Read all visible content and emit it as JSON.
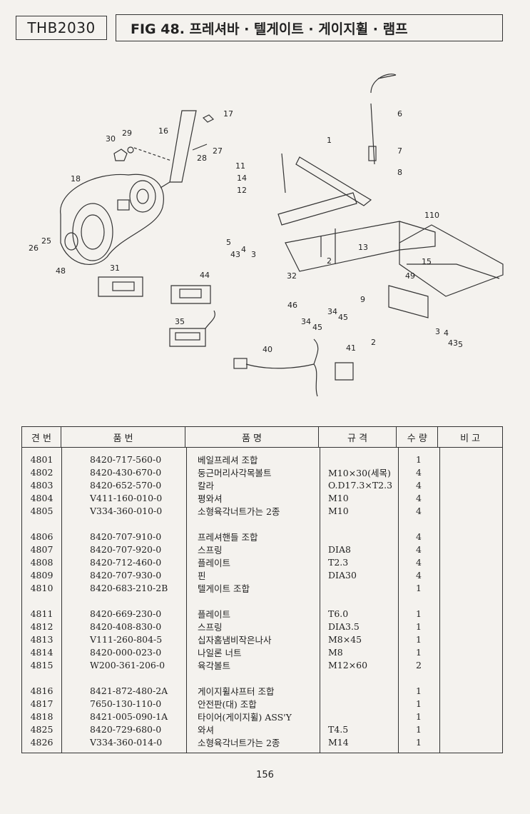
{
  "header": {
    "model": "THB2030",
    "title": "FIG 48. 프레셔바 · 텔게이트 · 게이지휠 · 램프"
  },
  "diagram_callouts": [
    "1",
    "2",
    "3",
    "4",
    "5",
    "6",
    "7",
    "8",
    "9",
    "11",
    "12",
    "13",
    "14",
    "15",
    "16",
    "17",
    "18",
    "25",
    "26",
    "27",
    "28",
    "29",
    "30",
    "31",
    "32",
    "34",
    "35",
    "40",
    "41",
    "43",
    "44",
    "45",
    "46",
    "48",
    "49",
    "110"
  ],
  "table": {
    "headers": [
      "견 번",
      "품 번",
      "품 명",
      "규 격",
      "수 량",
      "비 고"
    ],
    "groups": [
      [
        {
          "no": "4801",
          "part": "8420-717-560-0",
          "name": "베일프레셔 조합",
          "spec": "",
          "qty": "1",
          "note": ""
        },
        {
          "no": "4802",
          "part": "8420-430-670-0",
          "name": "둥근머리사각목볼트",
          "spec": "M10×30(세목)",
          "qty": "4",
          "note": ""
        },
        {
          "no": "4803",
          "part": "8420-652-570-0",
          "name": "칼라",
          "spec": "O.D17.3×T2.3",
          "qty": "4",
          "note": ""
        },
        {
          "no": "4804",
          "part": "V411-160-010-0",
          "name": "평와셔",
          "spec": "M10",
          "qty": "4",
          "note": ""
        },
        {
          "no": "4805",
          "part": "V334-360-010-0",
          "name": "소형육각너트가는 2종",
          "spec": "M10",
          "qty": "4",
          "note": ""
        }
      ],
      [
        {
          "no": "4806",
          "part": "8420-707-910-0",
          "name": "프레셔핸들 조합",
          "spec": "",
          "qty": "4",
          "note": ""
        },
        {
          "no": "4807",
          "part": "8420-707-920-0",
          "name": "스프링",
          "spec": "DIA8",
          "qty": "4",
          "note": ""
        },
        {
          "no": "4808",
          "part": "8420-712-460-0",
          "name": "플레이트",
          "spec": "T2.3",
          "qty": "4",
          "note": ""
        },
        {
          "no": "4809",
          "part": "8420-707-930-0",
          "name": "핀",
          "spec": "DIA30",
          "qty": "4",
          "note": ""
        },
        {
          "no": "4810",
          "part": "8420-683-210-2B",
          "name": "텔게이트 조합",
          "spec": "",
          "qty": "1",
          "note": ""
        }
      ],
      [
        {
          "no": "4811",
          "part": "8420-669-230-0",
          "name": "플레이트",
          "spec": "T6.0",
          "qty": "1",
          "note": ""
        },
        {
          "no": "4812",
          "part": "8420-408-830-0",
          "name": "스프링",
          "spec": "DIA3.5",
          "qty": "1",
          "note": ""
        },
        {
          "no": "4813",
          "part": "V111-260-804-5",
          "name": "십자홈냄비작은나사",
          "spec": "M8×45",
          "qty": "1",
          "note": ""
        },
        {
          "no": "4814",
          "part": "8420-000-023-0",
          "name": "나일론 너트",
          "spec": "M8",
          "qty": "1",
          "note": ""
        },
        {
          "no": "4815",
          "part": "W200-361-206-0",
          "name": "육각볼트",
          "spec": "M12×60",
          "qty": "2",
          "note": ""
        }
      ],
      [
        {
          "no": "4816",
          "part": "8421-872-480-2A",
          "name": "게이지휠샤프터 조합",
          "spec": "",
          "qty": "1",
          "note": ""
        },
        {
          "no": "4817",
          "part": "7650-130-110-0",
          "name": "안전판(대) 조합",
          "spec": "",
          "qty": "1",
          "note": ""
        },
        {
          "no": "4818",
          "part": "8421-005-090-1A",
          "name": "타이어(게이지휠) ASS'Y",
          "spec": "",
          "qty": "1",
          "note": ""
        },
        {
          "no": "4825",
          "part": "8420-729-680-0",
          "name": "와셔",
          "spec": "T4.5",
          "qty": "1",
          "note": ""
        },
        {
          "no": "4826",
          "part": "V334-360-014-0",
          "name": "소형육각너트가는 2종",
          "spec": "M14",
          "qty": "1",
          "note": ""
        }
      ]
    ]
  },
  "page_number": "156"
}
